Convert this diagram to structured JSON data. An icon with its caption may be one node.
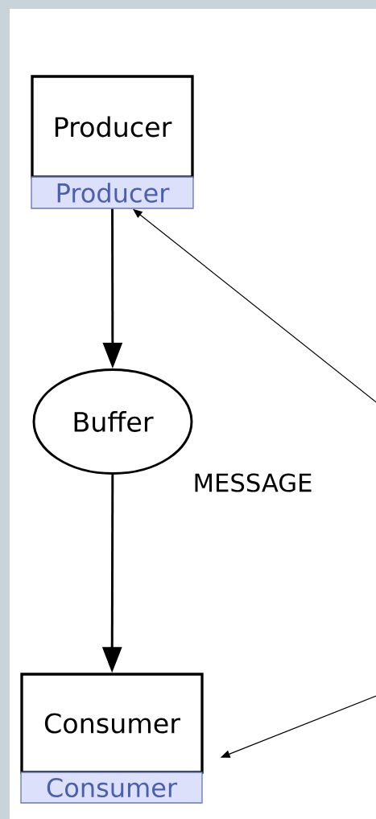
{
  "diagram": {
    "nodes": [
      {
        "text": [
          "Producer"
        ]
      },
      {
        "text": [
          "Producer"
        ]
      },
      {
        "text": [
          "Buffer"
        ]
      },
      {
        "text": [
          "Consumer"
        ]
      },
      {
        "text": [
          "Consumer"
        ]
      }
    ],
    "edges": [
      {
        "from": 1,
        "to": 2,
        "arrow": "to",
        "style": "thick"
      },
      {
        "from": 2,
        "to": 3,
        "arrow": "to",
        "style": "thick"
      },
      {
        "from": null,
        "to": 1,
        "arrow": "to"
      },
      {
        "from": null,
        "to": 3,
        "arrow": "to"
      }
    ],
    "labels": [
      "MESSAGE"
    ]
  }
}
